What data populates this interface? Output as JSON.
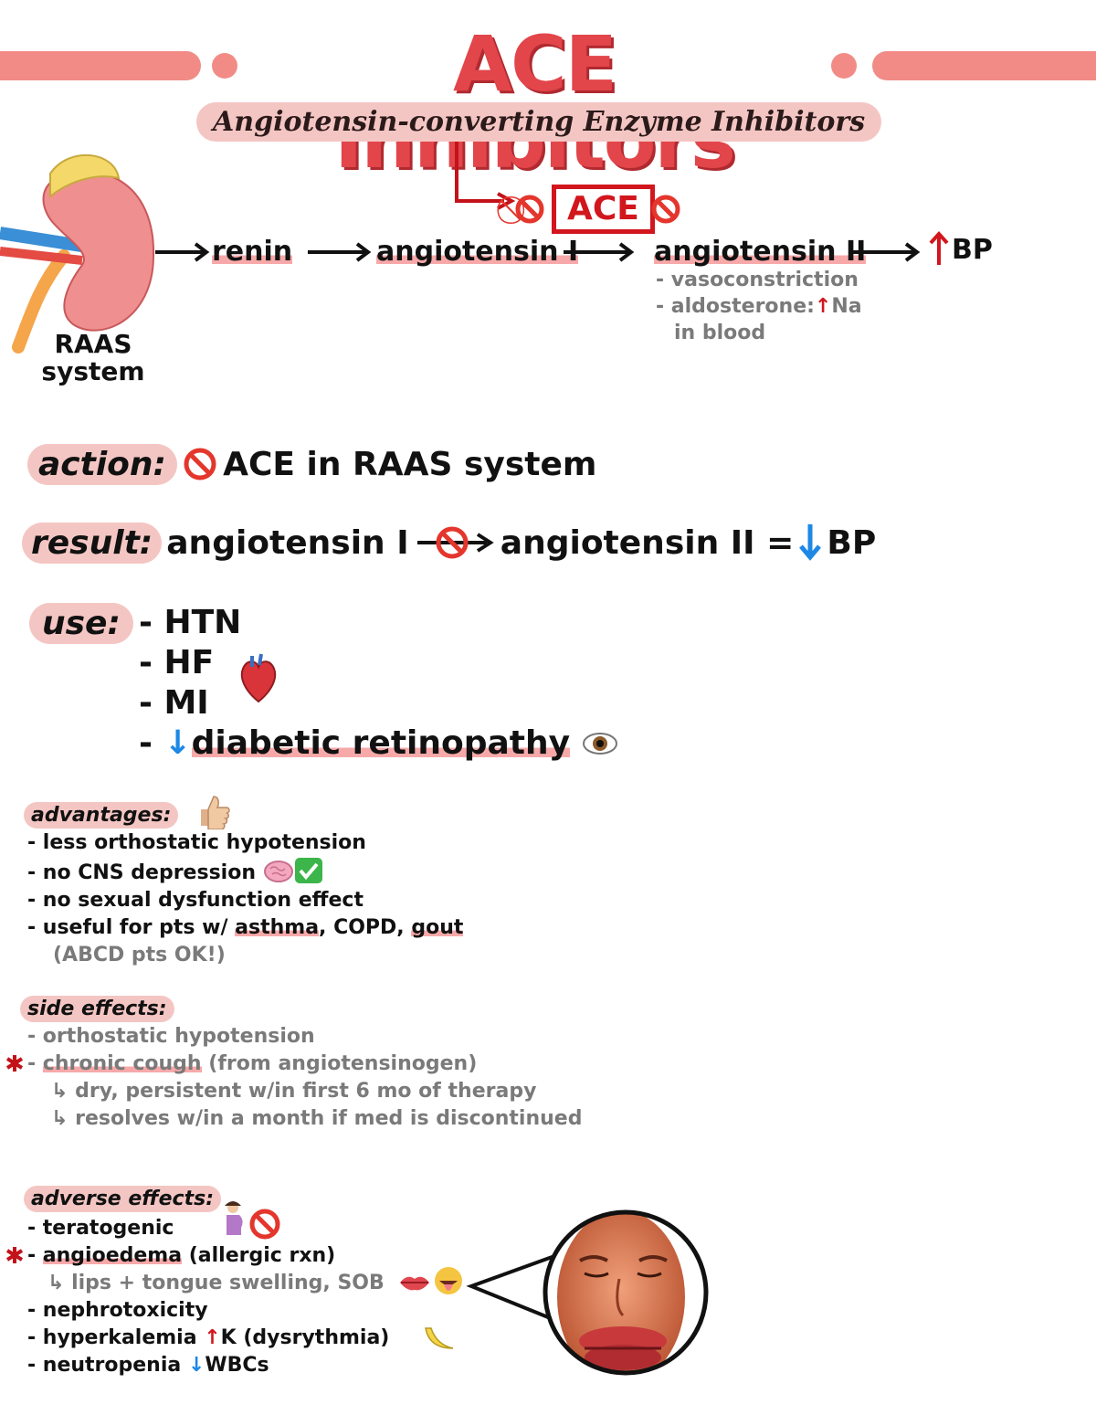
{
  "header": {
    "title": "ACE Inhibitors",
    "subtitle": "Angiotensin-converting Enzyme Inhibitors"
  },
  "pathway": {
    "organ_label_line1": "RAAS",
    "organ_label_line2": "system",
    "enzyme": "ACE",
    "steps": [
      "renin",
      "angiotensin I",
      "angiotensin II",
      "BP"
    ],
    "angiotensin2_effects": [
      "- vasoconstriction",
      "- aldosterone:",
      "Na",
      "in blood"
    ]
  },
  "action": {
    "label": "action:",
    "text": "ACE in RAAS system"
  },
  "result": {
    "label": "result:",
    "from": "angiotensin I",
    "to": "angiotensin II =",
    "outcome": "BP"
  },
  "use": {
    "label": "use:",
    "items": [
      "- HTN",
      "- HF",
      "- MI",
      "- ",
      "diabetic retinopathy"
    ]
  },
  "advantages": {
    "label": "advantages:",
    "items": [
      "- less orthostatic hypotension",
      "- no CNS depression",
      "- no sexual dysfunction effect",
      "- useful for pts w/",
      "asthma",
      ", COPD, ",
      "gout",
      "(ABCD pts OK!)"
    ]
  },
  "side_effects": {
    "label": "side effects:",
    "items": [
      "- orthostatic hypotension",
      "chronic cough",
      " (from angiotensinogen)",
      "↳ dry, persistent w/in first 6 mo of therapy",
      "↳ resolves w/in a month if med is discontinued"
    ]
  },
  "adverse_effects": {
    "label": "adverse effects:",
    "items": [
      "- teratogenic",
      "angioedema",
      " (allergic rxn)",
      "↳ lips + tongue swelling, SOB",
      "- nephrotoxicity",
      "- hyperkalemia ",
      "K (dysrythmia)",
      "- neutropenia ",
      "WBCs"
    ]
  },
  "colors": {
    "title_red": "#e2454a",
    "highlight_pink": "#f7a9a9",
    "pill_pink": "#f4c6c3",
    "arrow_red": "#d2161d",
    "arrow_blue": "#1e88e5"
  }
}
